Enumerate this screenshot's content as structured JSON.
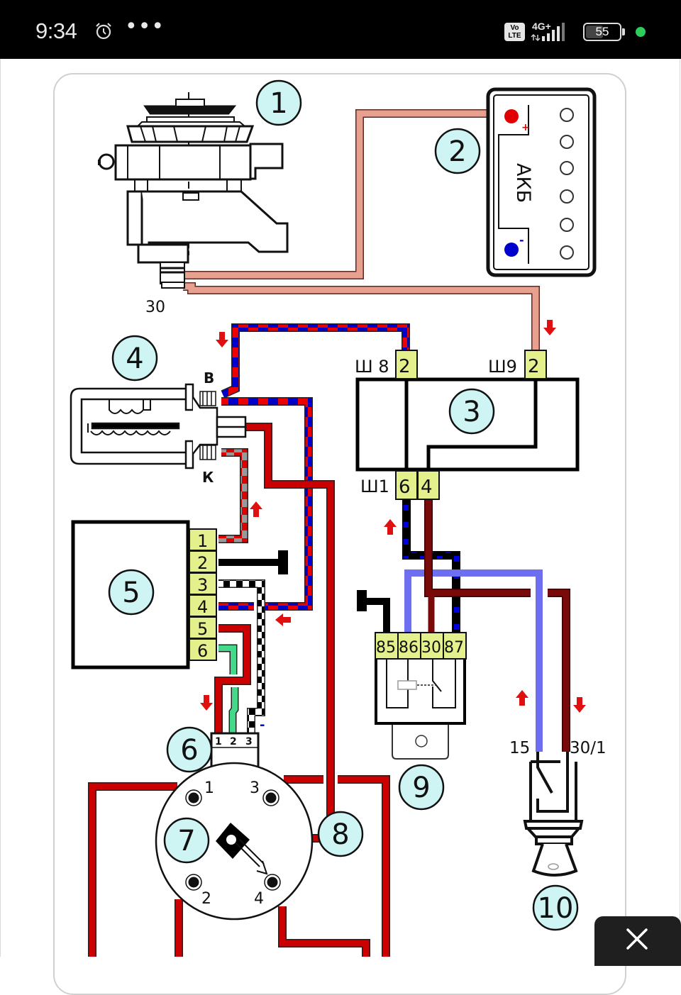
{
  "status_bar": {
    "time": "9:34",
    "alarm_icon": "alarm-clock-icon",
    "more_icon": "more-dots-icon",
    "volte": "Vo LTE",
    "network": "4G+",
    "battery_percent": "55",
    "battery_level": 0.55,
    "dot_color": "#2ecc5a"
  },
  "diagram": {
    "callouts": [
      "1",
      "2",
      "3",
      "4",
      "5",
      "6",
      "7",
      "8",
      "9",
      "10"
    ],
    "labels": {
      "generator_terminal": "30",
      "battery_text": "АКБ",
      "battery_plus": "+",
      "battery_minus": "-",
      "coil_b": "В",
      "coil_k": "К",
      "sh8": "Ш 8",
      "sh9": "Ш9",
      "sh1": "Ш1",
      "sh8_pin": "2",
      "sh9_pin": "2",
      "sh1_pin_a": "6",
      "sh1_pin_b": "4",
      "switch_pins": [
        "1",
        "2",
        "3",
        "4",
        "5",
        "6"
      ],
      "sensor_pins": [
        "1",
        "2",
        "3"
      ],
      "sensor_minus": "-",
      "distributor_pins": [
        "1",
        "3",
        "2",
        "4"
      ],
      "relay_pins": [
        "85",
        "86",
        "30",
        "87"
      ],
      "ignition_15": "15",
      "ignition_30_1": "30/1"
    },
    "colors": {
      "callout_fill": "#cef4f4",
      "pin_fill": "#e4f08c",
      "wire_pink": "#e8a090",
      "wire_red": "#cc0000",
      "wire_blue": "#0000cc",
      "wire_darkred": "#7a0a0a",
      "wire_lightblue": "#6e6ef0",
      "wire_green": "#44d98a",
      "wire_gray": "#999999",
      "arrow": "#e01010"
    }
  },
  "overlay": {
    "close_icon": "close-icon"
  }
}
